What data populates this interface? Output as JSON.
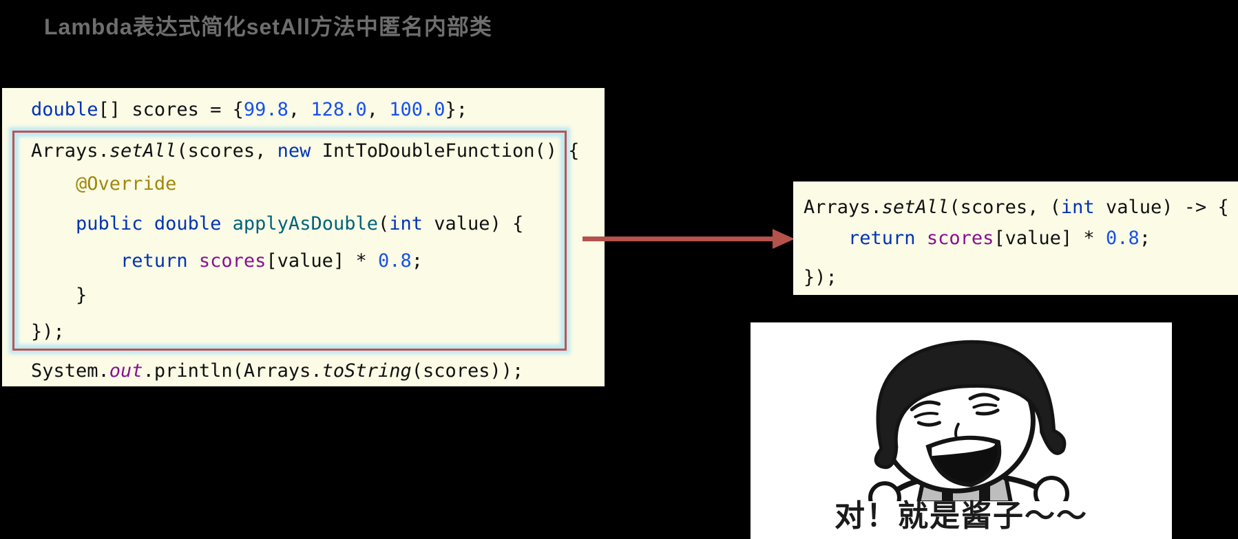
{
  "title": "Lambda表达式简化setAll方法中匿名内部类",
  "left_code_block": {
    "lines": [
      {
        "tokens": [
          {
            "t": "double",
            "c": "kw"
          },
          {
            "t": "[] scores = {"
          },
          {
            "t": "99.8",
            "c": "num"
          },
          {
            "t": ", "
          },
          {
            "t": "128.0",
            "c": "num"
          },
          {
            "t": ", "
          },
          {
            "t": "100.0",
            "c": "num"
          },
          {
            "t": "};"
          }
        ]
      },
      {
        "tokens": [
          {
            "t": "Arrays."
          },
          {
            "t": "setAll",
            "i": true
          },
          {
            "t": "(scores, "
          },
          {
            "t": "new",
            "c": "kw"
          },
          {
            "t": " IntToDoubleFunction() {"
          }
        ]
      },
      {
        "tokens": [
          {
            "t": "    "
          },
          {
            "t": "@Override",
            "c": "ann"
          }
        ]
      },
      {
        "tokens": [
          {
            "t": "    "
          },
          {
            "t": "public",
            "c": "kw"
          },
          {
            "t": " "
          },
          {
            "t": "double",
            "c": "kw"
          },
          {
            "t": " "
          },
          {
            "t": "applyAsDouble",
            "c": "mdecl"
          },
          {
            "t": "("
          },
          {
            "t": "int",
            "c": "kw"
          },
          {
            "t": " value) {"
          }
        ]
      },
      {
        "tokens": [
          {
            "t": "        "
          },
          {
            "t": "return",
            "c": "kw"
          },
          {
            "t": " "
          },
          {
            "t": "scores",
            "c": "field"
          },
          {
            "t": "[value] * "
          },
          {
            "t": "0.8",
            "c": "num"
          },
          {
            "t": ";"
          }
        ]
      },
      {
        "tokens": [
          {
            "t": "    }"
          }
        ]
      },
      {
        "tokens": [
          {
            "t": "});"
          }
        ]
      },
      {
        "tokens": [
          {
            "t": "System."
          },
          {
            "t": "out",
            "c": "field",
            "i": true
          },
          {
            "t": ".println(Arrays."
          },
          {
            "t": "toString",
            "i": true
          },
          {
            "t": "(scores));"
          }
        ]
      }
    ]
  },
  "right_code_block": {
    "lines": [
      {
        "tokens": [
          {
            "t": "Arrays."
          },
          {
            "t": "setAll",
            "i": true
          },
          {
            "t": "(scores, ("
          },
          {
            "t": "int",
            "c": "kw"
          },
          {
            "t": " value) -> {"
          }
        ]
      },
      {
        "tokens": [
          {
            "t": "    "
          },
          {
            "t": "return",
            "c": "kw"
          },
          {
            "t": " "
          },
          {
            "t": "scores",
            "c": "field"
          },
          {
            "t": "[value] * "
          },
          {
            "t": "0.8",
            "c": "num"
          },
          {
            "t": ";"
          }
        ]
      },
      {
        "tokens": [
          {
            "t": "});"
          }
        ]
      }
    ]
  },
  "meme": {
    "caption": "对！就是酱子～～"
  },
  "colors": {
    "background": "#000000",
    "title_text": "#6E6E6E",
    "code_background": "#FBFBE6",
    "keyword": "#0033B3",
    "number": "#1750EB",
    "annotation": "#9E880D",
    "method_declaration": "#00627A",
    "field_reference": "#871094",
    "highlight_border": "#C0524E",
    "highlight_glow": "#BFE9F3",
    "arrow": "#B5524C"
  }
}
